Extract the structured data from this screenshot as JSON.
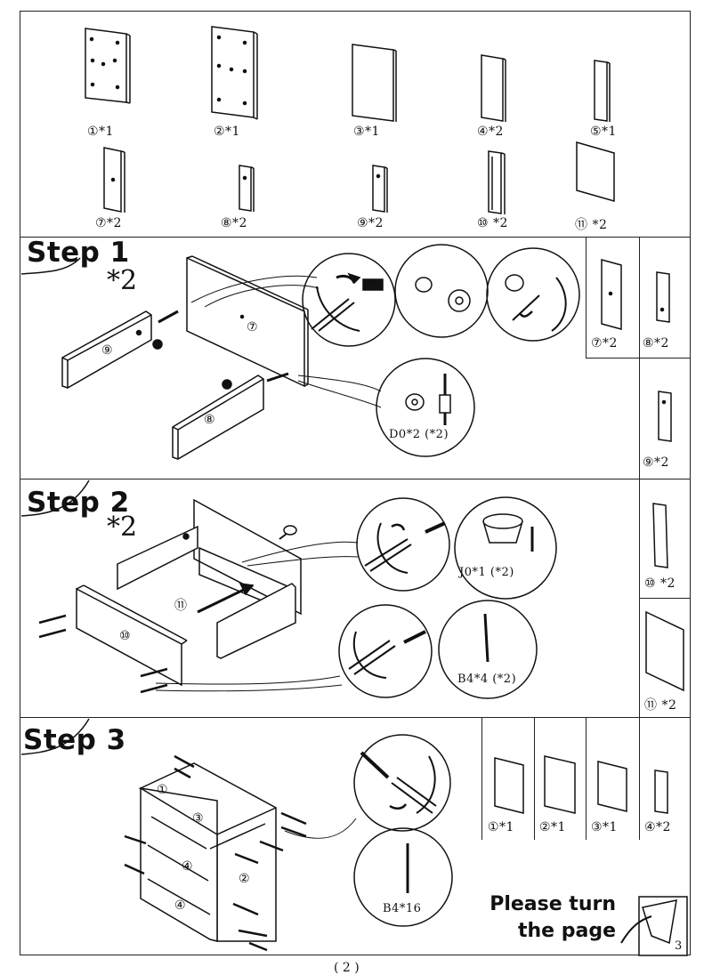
{
  "parts_top": [
    {
      "label": "①*1"
    },
    {
      "label": "②*1"
    },
    {
      "label": "③*1"
    },
    {
      "label": "④*2"
    },
    {
      "label": "⑤*1"
    },
    {
      "label": "⑦*2"
    },
    {
      "label": "⑧*2"
    },
    {
      "label": "⑨*2"
    },
    {
      "label": "⑩ *2"
    },
    {
      "label": "⑪ *2"
    }
  ],
  "step1": {
    "title": "Step 1",
    "mult": "*2",
    "side_parts": [
      {
        "label": "⑦*2"
      },
      {
        "label": "⑧*2"
      },
      {
        "label": "⑨*2"
      }
    ],
    "hardware": "D0*2 (*2)",
    "part_tags": [
      "⑨",
      "⑦",
      "⑧"
    ]
  },
  "step2": {
    "title": "Step 2",
    "mult": "*2",
    "side_parts": [
      {
        "label": "⑩ *2"
      },
      {
        "label": "⑪ *2"
      }
    ],
    "hardware_knob": "J0*1 (*2)",
    "hardware_screw": "B4*4 (*2)",
    "part_tags": [
      "⑪",
      "⑩"
    ]
  },
  "step3": {
    "title": "Step 3",
    "side_parts": [
      {
        "label": "①*1"
      },
      {
        "label": "②*1"
      },
      {
        "label": "③*1"
      },
      {
        "label": "④*2"
      }
    ],
    "hardware_screw": "B4*16",
    "part_tags": [
      "①",
      "③",
      "④",
      "②",
      "④"
    ]
  },
  "notice": {
    "line1": "Please turn",
    "line2": "the page"
  },
  "page_number": "3",
  "footer": "( 2 )"
}
